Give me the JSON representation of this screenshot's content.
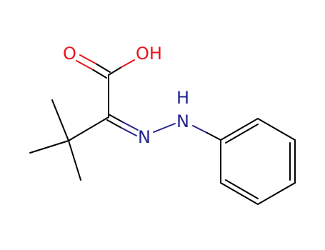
{
  "molecule": {
    "atoms": {
      "carbonyl_o": {
        "label": "O",
        "color": "#e8141c"
      },
      "hydroxyl": {
        "label": "OH",
        "color": "#e8141c"
      },
      "hydrazone_n": {
        "label": "N",
        "color": "#23238e"
      },
      "amine_h": {
        "label": "H",
        "color": "#23238e"
      },
      "amine_n": {
        "label": "N",
        "color": "#23238e"
      }
    },
    "bond_color": "#000000"
  }
}
